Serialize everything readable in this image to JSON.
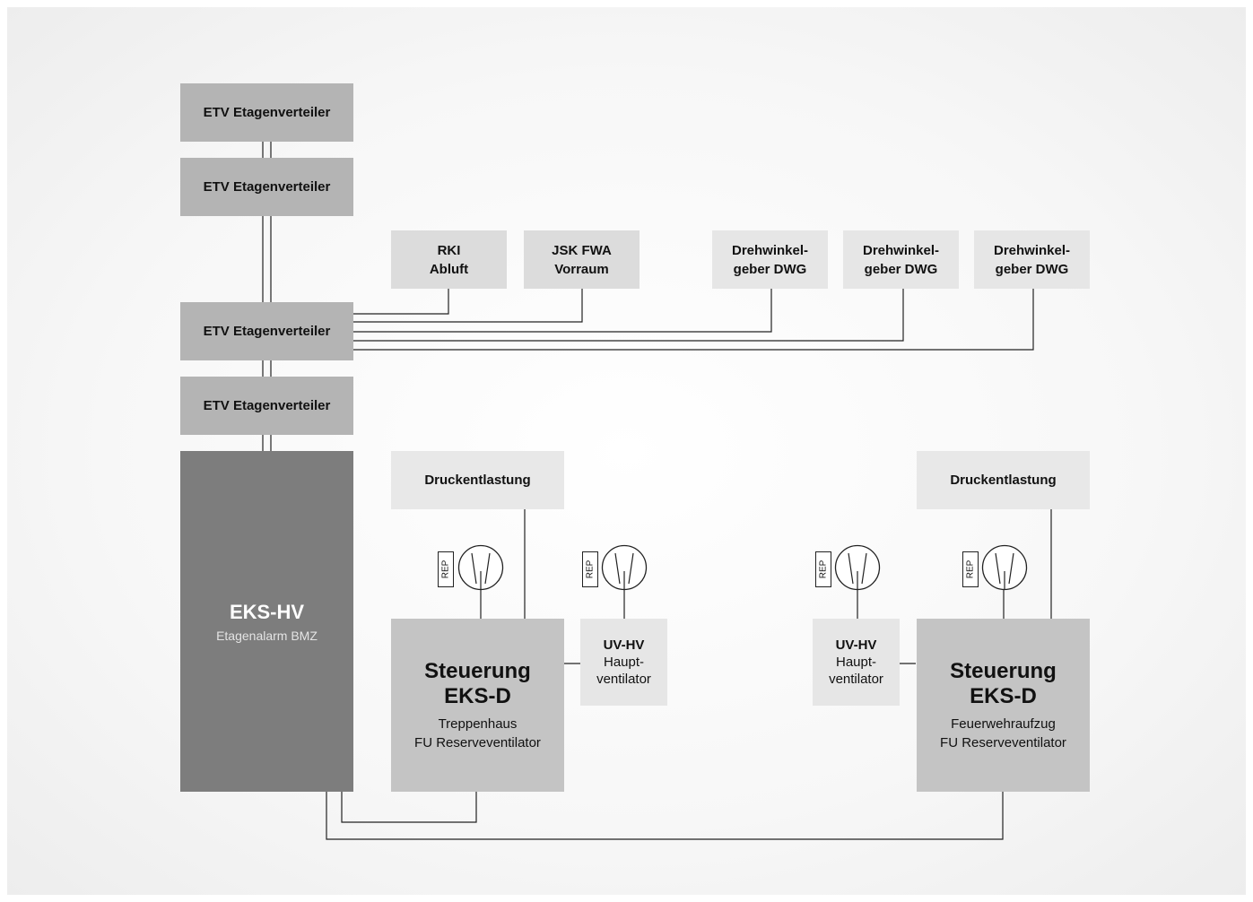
{
  "etv": {
    "label": "ETV Etagenverteiler",
    "items": [
      "ETV Etagenverteiler",
      "ETV Etagenverteiler",
      "ETV Etagenverteiler",
      "ETV Etagenverteiler"
    ]
  },
  "main_panel": {
    "title": "EKS-HV",
    "subtitle": "Etagenalarm BMZ"
  },
  "sensors": [
    {
      "lines": [
        "RKI",
        "Abluft"
      ]
    },
    {
      "lines": [
        "JSK FWA",
        "Vorraum"
      ]
    },
    {
      "lines": [
        "Drehwinkel-",
        "geber DWG"
      ]
    },
    {
      "lines": [
        "Drehwinkel-",
        "geber DWG"
      ]
    },
    {
      "lines": [
        "Drehwinkel-",
        "geber DWG"
      ]
    }
  ],
  "pressure_relief": [
    "Druckentlastung",
    "Druckentlastung"
  ],
  "fans": {
    "rep_label": "REP"
  },
  "controllers": [
    {
      "title": [
        "Steuerung",
        "EKS-D"
      ],
      "desc": [
        "Treppenhaus",
        "FU Reserveventilator"
      ]
    },
    {
      "title": [
        "Steuerung",
        "EKS-D"
      ],
      "desc": [
        "Feuerwehraufzug",
        "FU Reserveventilator"
      ]
    }
  ],
  "main_fans": [
    {
      "title": "UV-HV",
      "desc": [
        "Haupt-",
        "ventilator"
      ]
    },
    {
      "title": "UV-HV",
      "desc": [
        "Haupt-",
        "ventilator"
      ]
    }
  ],
  "colors": {
    "etv_box": "#b4b4b4",
    "main_panel": "#7d7d7d",
    "controller": "#c4c4c4",
    "light_box": "#dcdcdc",
    "line": "#222222"
  }
}
